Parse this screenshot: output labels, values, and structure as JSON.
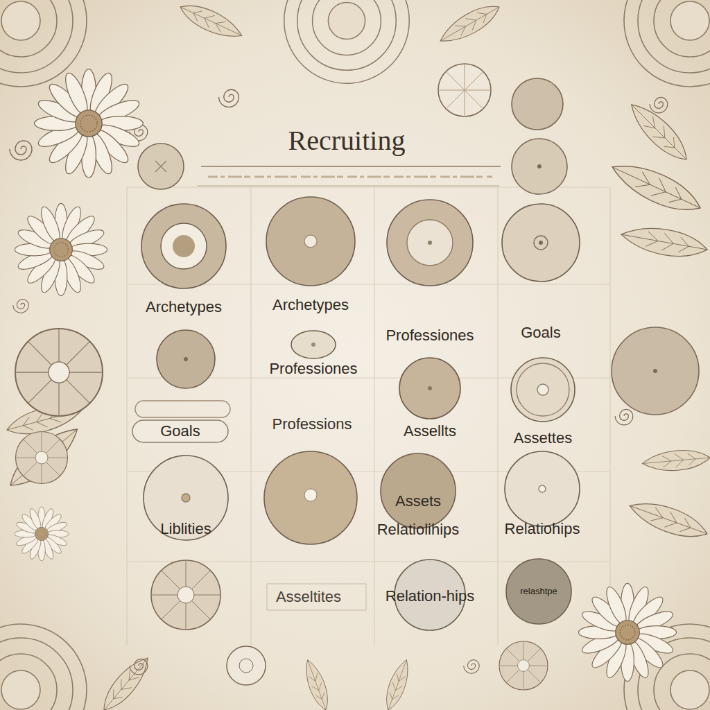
{
  "diagram": {
    "title": "Recruiting",
    "nodes": [
      {
        "text": [
          "Archetypes"
        ]
      },
      {
        "text": [
          "Archetypes"
        ]
      },
      {
        "text": [
          "Professiones"
        ]
      },
      {
        "text": [
          "Goals"
        ]
      },
      {
        "text": [
          "Professiones"
        ]
      },
      {
        "text": [
          "Goals"
        ]
      },
      {
        "text": [
          "Assellts"
        ]
      },
      {
        "text": [
          "Assettes"
        ]
      },
      {
        "text": [
          "Liblities"
        ]
      },
      {
        "text": [
          "Assets",
          "Relatiolihips"
        ]
      },
      {
        "text": [
          "Relatiohips"
        ]
      },
      {
        "text": [
          "Relation-hips"
        ]
      },
      {
        "text": [
          "relashtpe"
        ]
      }
    ],
    "labels": [
      "Professions",
      "Asseltites"
    ]
  }
}
